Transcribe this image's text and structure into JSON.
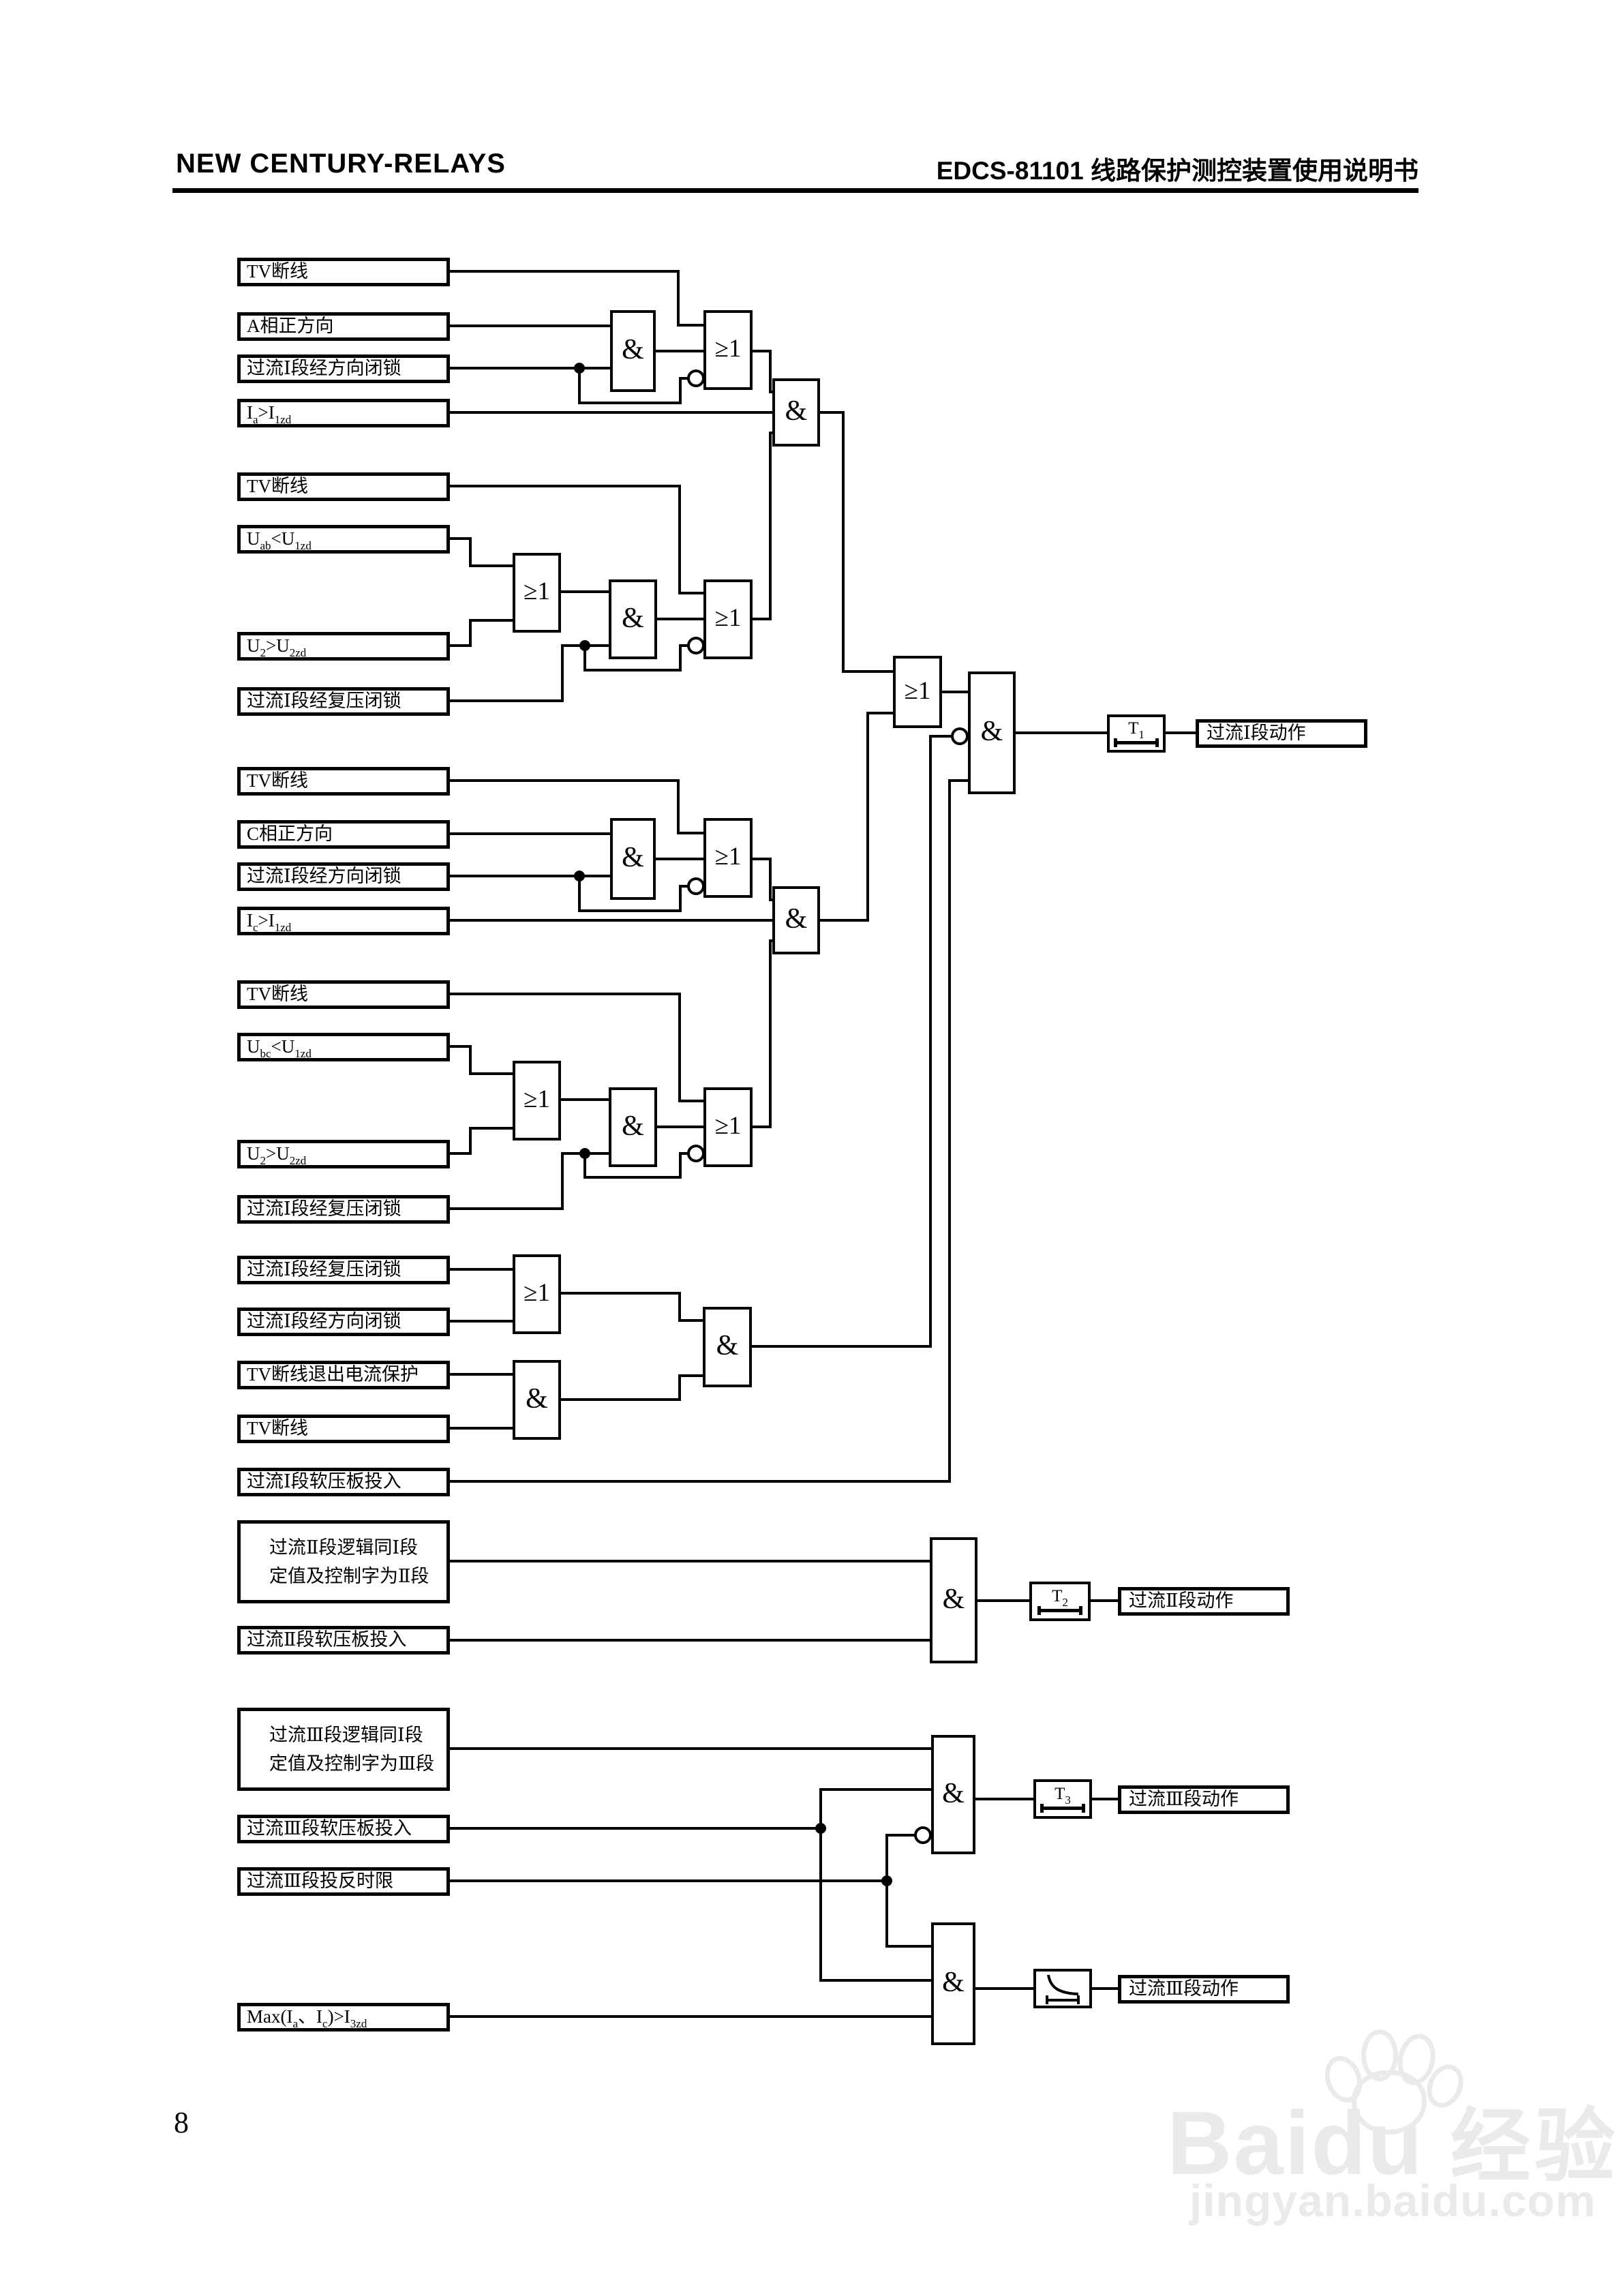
{
  "colors": {
    "ink": "#000000",
    "paper": "#ffffff",
    "watermark": "#eaeaea"
  },
  "header": {
    "left": "NEW CENTURY-RELAYS",
    "right": "EDCS-81101 线路保护测控装置使用说明书"
  },
  "page_number": "8",
  "watermark": {
    "brand": "Baidu",
    "suffix": "经验",
    "url": "jingyan.baidu.com"
  },
  "gates": {
    "and": "&",
    "or": "≥1"
  },
  "labels": {
    "tv": "TV断线",
    "a_dir": "A相正方向",
    "c_dir": "C相正方向",
    "dir_block": "过流Ⅰ段经方向闭锁",
    "volt_block": "过流Ⅰ段经复压闭锁",
    "tv_exit": "TV断线退出电流保护",
    "plate1": "过流Ⅰ段软压板投入",
    "sec2_line1": "过流Ⅱ段逻辑同Ⅰ段",
    "sec2_line2": "定值及控制字为Ⅱ段",
    "plate2": "过流Ⅱ段软压板投入",
    "sec3_line1": "过流Ⅲ段逻辑同Ⅰ段",
    "sec3_line2": "定值及控制字为Ⅲ段",
    "plate3": "过流Ⅲ段软压板投入",
    "inv_time": "过流Ⅲ段投反时限",
    "ia": [
      "I",
      "a",
      ">I",
      "1zd"
    ],
    "uab": [
      "U",
      "ab",
      "<U",
      "1zd"
    ],
    "u2": [
      "U",
      "2",
      ">U",
      "2zd"
    ],
    "ic": [
      "I",
      "c",
      ">I",
      "1zd"
    ],
    "ubc": [
      "U",
      "bc",
      "<U",
      "1zd"
    ],
    "imax": [
      "Max(I",
      "a",
      "、I",
      "c",
      ")>I",
      "3zd"
    ]
  },
  "outputs": {
    "stage1": "过流Ⅰ段动作",
    "stage2": "过流Ⅱ段动作",
    "stage3": "过流Ⅲ段动作"
  },
  "timers": {
    "t1": [
      "T",
      "1"
    ],
    "t2": [
      "T",
      "2"
    ],
    "t3": [
      "T",
      "3"
    ]
  }
}
